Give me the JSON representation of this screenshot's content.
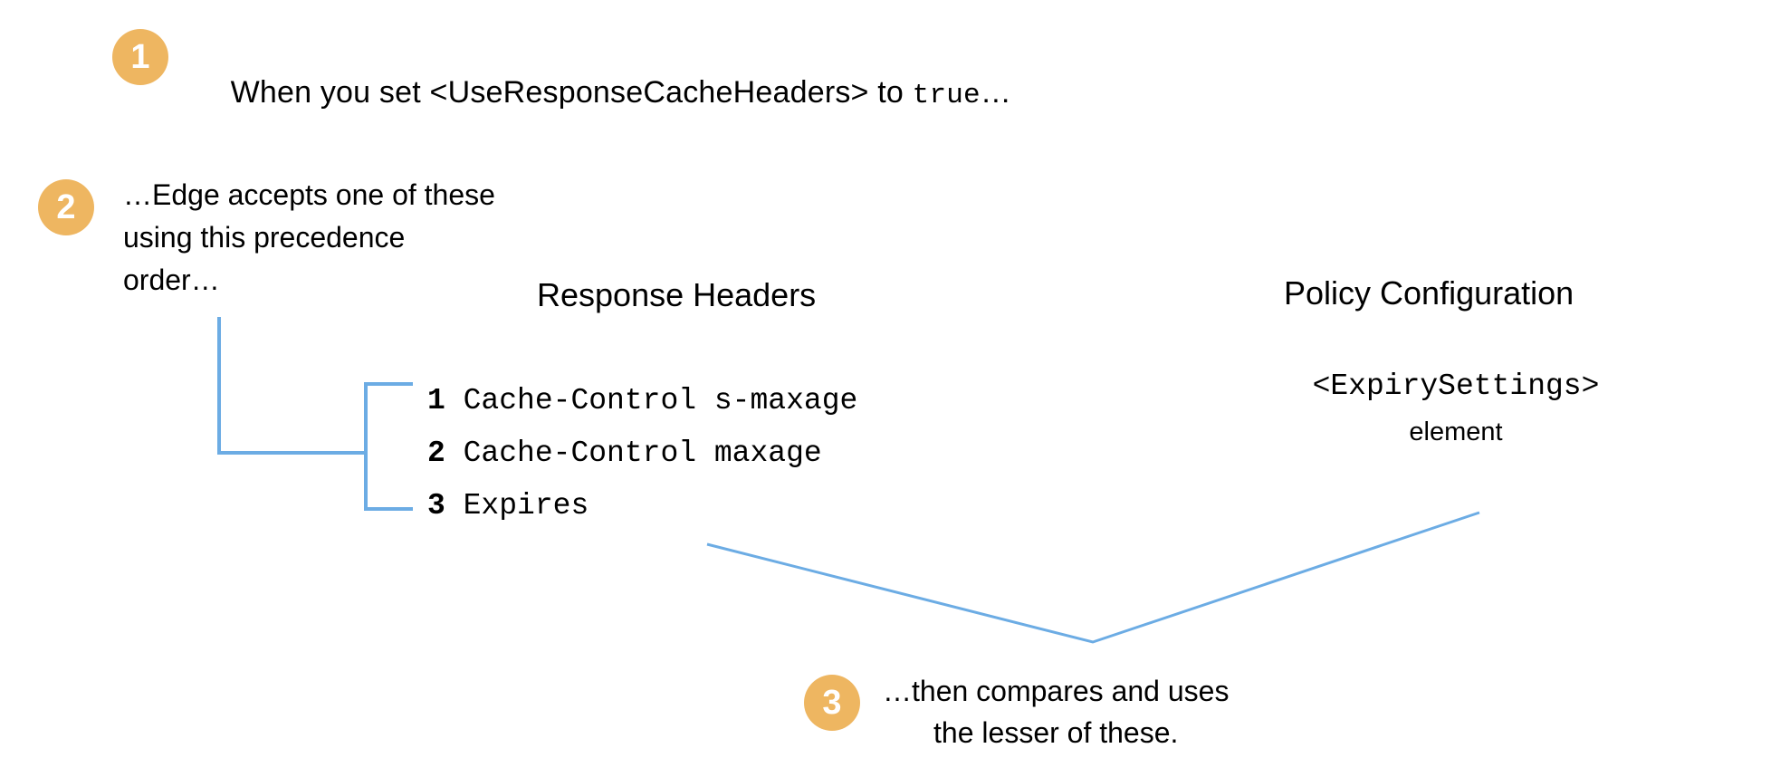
{
  "diagram": {
    "title_implied": "Edge response cache header precedence",
    "accent_color": "#eeb661",
    "line_color": "#6cace4",
    "background": "#ffffff"
  },
  "steps": [
    {
      "badge": "1",
      "text_prefix": "When you set <UseResponseCacheHeaders> to ",
      "text_mono": "true",
      "text_suffix": "…"
    },
    {
      "badge": "2",
      "text": "…Edge accepts one of these\nusing this precedence\norder…"
    },
    {
      "badge": "3",
      "text": "…then compares and uses\nthe lesser of these."
    }
  ],
  "columns": {
    "left_header": "Response Headers",
    "right_header": "Policy Configuration"
  },
  "precedence_list": [
    {
      "number": "1",
      "value": "Cache-Control s-maxage"
    },
    {
      "number": "2",
      "value": "Cache-Control maxage"
    },
    {
      "number": "3",
      "value": "Expires"
    }
  ],
  "policy": {
    "element_name": "<ExpirySettings>",
    "element_label": "element"
  }
}
